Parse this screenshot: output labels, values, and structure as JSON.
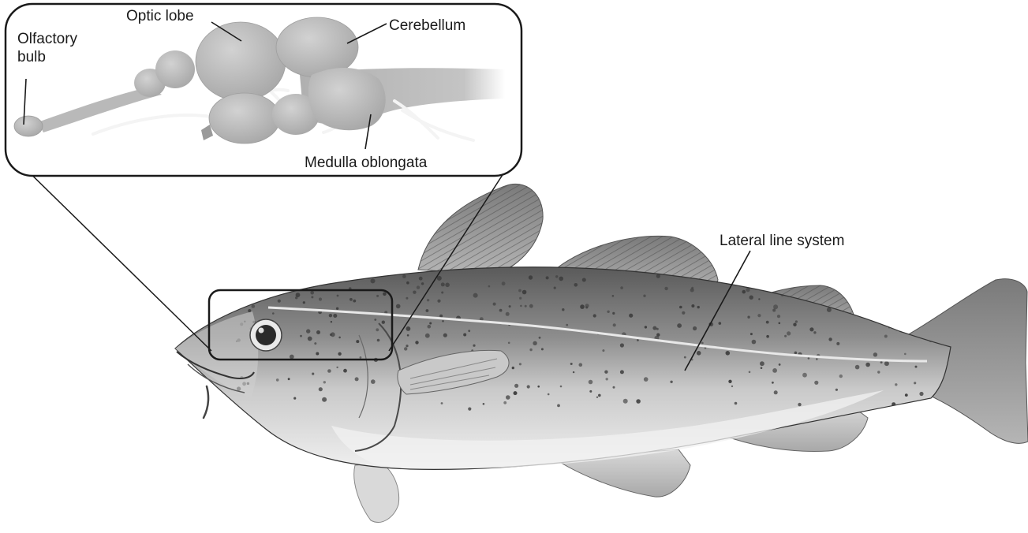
{
  "labels": {
    "olfactory_bulb": "Olfactory\nbulb",
    "optic_lobe": "Optic lobe",
    "cerebellum": "Cerebellum",
    "medulla_oblongata": "Medulla oblongata",
    "lateral_line_system": "Lateral line system"
  },
  "colors": {
    "background": "#ffffff",
    "brain": "#b7b7b7",
    "fish_body": "#8d8d8d",
    "fish_belly": "#e6e6e6",
    "spots": "#3c3c3c",
    "outline": "#1a1a1a"
  }
}
